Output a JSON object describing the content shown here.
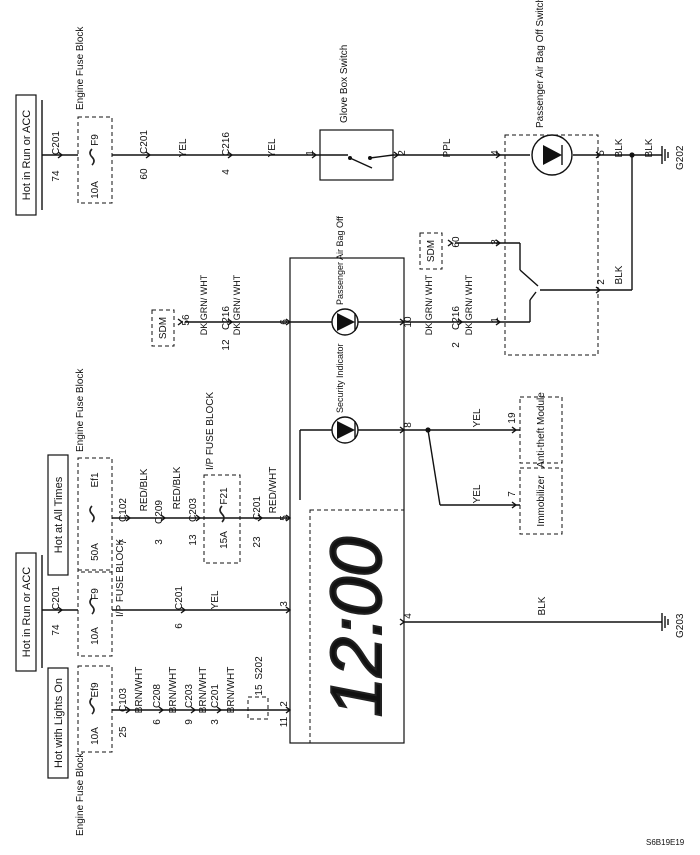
{
  "power_boxes": {
    "run_acc_top": "Hot in Run or ACC",
    "run_acc_bottom": "Hot in Run or ACC",
    "lights_on": "Hot with Lights On",
    "all_times": "Hot at All Times"
  },
  "fuses": {
    "f9_top": {
      "name": "F9",
      "amp": "10A"
    },
    "f9_bottom": {
      "name": "F9",
      "amp": "10A"
    },
    "ef1": {
      "name": "Ef1",
      "amp": "50A"
    },
    "f21": {
      "name": "F21",
      "amp": "15A"
    },
    "ef9": {
      "name": "Ef9",
      "amp": "10A"
    }
  },
  "block_labels": {
    "engine_top": "Engine Fuse Block",
    "engine_mid": "Engine Fuse Block",
    "engine_bottom": "Engine Fuse Block",
    "ip_left": "I/P FUSE BLOCK",
    "ip_right": "I/P FUSE BLOCK"
  },
  "connectors": {
    "c201_74_top": "74",
    "c201_top": "C201",
    "c201_60": "60",
    "c201_top_out": "C201",
    "c216_4": "4",
    "c216_top": "C216",
    "c201_74_bot": "74",
    "c201_bot": "C201",
    "c201_6": "6",
    "c201_bot_out": "C201",
    "c102_7": "7",
    "c102": "C102",
    "c209_3": "3",
    "c209": "C209",
    "c203_13": "13",
    "c203": "C203",
    "c201_23": "23",
    "c201_f21": "C201",
    "c216_12": "12",
    "c216_left": "C216",
    "c216_2": "2",
    "c216_right": "C216",
    "c103_25": "25",
    "c103": "C103",
    "c208_6": "6",
    "c208": "C208",
    "c203_9": "9",
    "c203_b": "C203",
    "c201_3": "3",
    "c201_b": "C201",
    "s202_15": "15",
    "s202": "S202"
  },
  "wires": {
    "yel_1": "YEL",
    "yel_2": "YEL",
    "ppl": "PPL",
    "blk_5": "BLK",
    "blk_g202": "BLK",
    "blk_2": "BLK",
    "yel_bottom": "YEL",
    "red_blk_1": "RED/BLK",
    "red_blk_2": "RED/BLK",
    "red_wht": "RED/WHT",
    "dk_grn_1": "DK GRN/ WHT",
    "dk_grn_2": "DK GRN/ WHT",
    "dk_grn_3": "DK GRN/ WHT",
    "dk_grn_4": "DK GRN/ WHT",
    "yel_19": "YEL",
    "yel_7": "YEL",
    "blk_4": "BLK",
    "brn_1": "BRN/WHT",
    "brn_2": "BRN/WHT",
    "brn_3": "BRN/WHT",
    "brn_4": "BRN/WHT"
  },
  "components": {
    "glove_box": "Glove Box Switch",
    "pab_switch": "Passenger Air Bag Off Switch",
    "pab_indicator": "Passenger Air Bag Off",
    "security": "Security Indicator",
    "anti_theft": "Anti-theft Module",
    "immobilizer": "Immobilizer",
    "sdm_top": "SDM",
    "sdm_left": "SDM",
    "clock_display": "12:00"
  },
  "pins": {
    "glove_1": "1",
    "glove_2": "2",
    "pab_4": "4",
    "pab_5": "5",
    "pab_3": "3",
    "pab_2": "2",
    "pab_1": "1",
    "sdm_60": "60",
    "sdm_56": "56",
    "cl_6": "6",
    "cl_10": "10",
    "cl_8": "8",
    "cl_5": "5",
    "cl_3": "3",
    "cl_4": "4",
    "cl_2": "2",
    "cl_11": "11",
    "at_19": "19",
    "im_7": "7"
  },
  "grounds": {
    "g202": "G202",
    "g203": "G203"
  },
  "figure_code": "S6B19E19"
}
